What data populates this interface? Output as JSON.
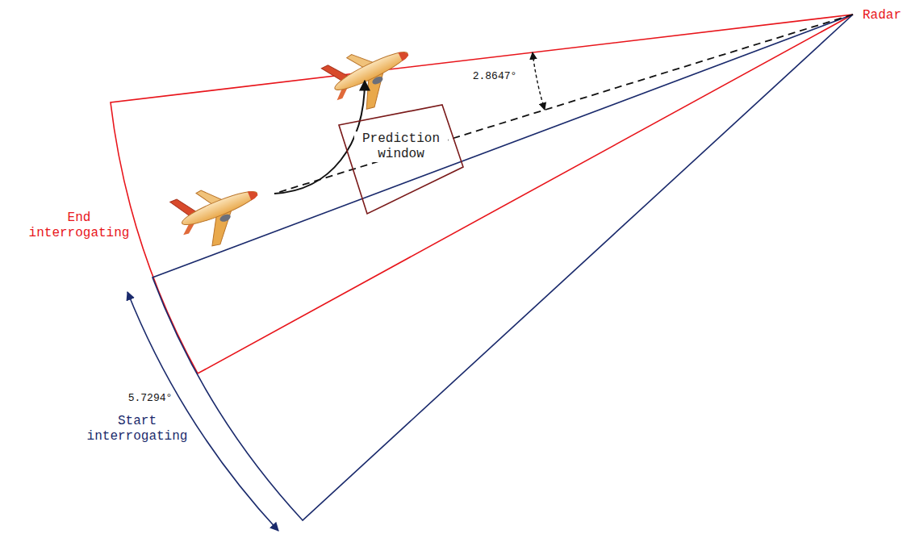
{
  "diagram": {
    "nodes": [
      {
        "text": [
          "Prediction window"
        ]
      }
    ],
    "labels": [
      "Radar",
      "2.8647°",
      "End interrogating",
      "Start interrogating",
      "5.7294°"
    ]
  }
}
